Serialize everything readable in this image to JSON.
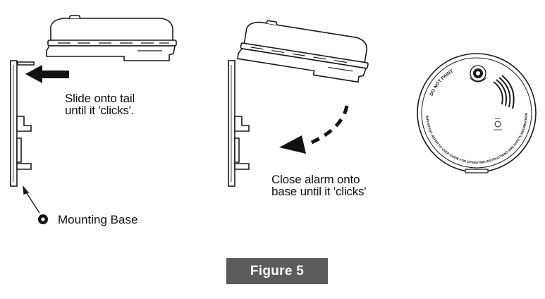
{
  "instructions": {
    "slide_line1": "Slide onto tail",
    "slide_line2": "until it 'clicks'.",
    "close_line1": "Close alarm onto",
    "close_line2": "base until it 'clicks'",
    "mounting_base": "Mounting Base"
  },
  "alarm_face": {
    "do_not_paint": "DO NOT PAINT",
    "important_notice": "IMPORTANT: REFER TO USER GUIDE FOR OPERATING INSTRUCTIONS AND SAFETY INFORMATION"
  },
  "figure_label": "Figure 5",
  "colors": {
    "line": "#1a1a1a",
    "banner": "#5b5b5b",
    "banner_text": "#ffffff"
  }
}
